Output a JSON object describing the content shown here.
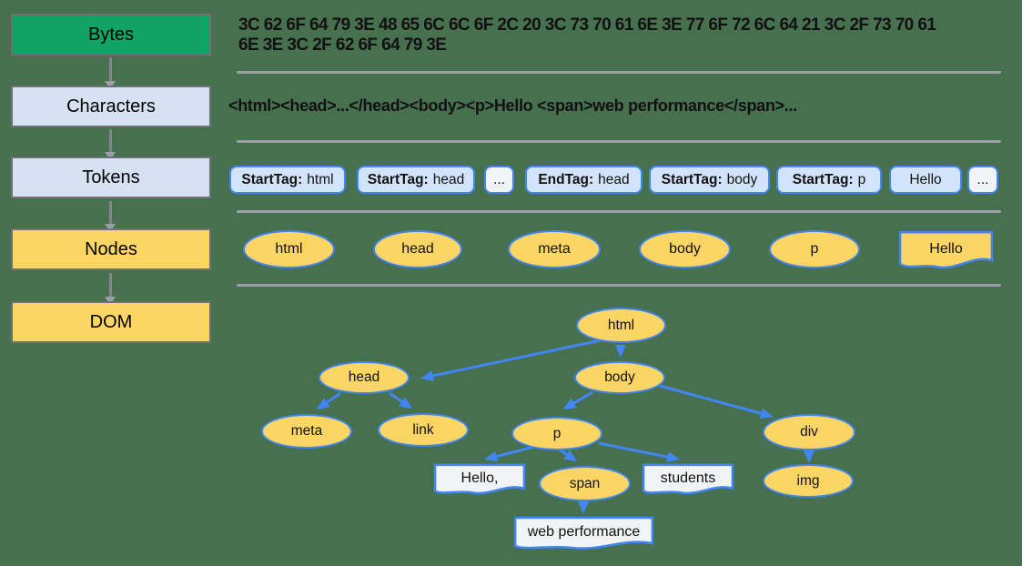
{
  "colors": {
    "bg": "#47704F",
    "green": "#10A364",
    "lightblue": "#D6E2F3",
    "chipblue": "#D2E3FC",
    "yellow": "#FCD665",
    "whitebox": "#F1F3F4",
    "blue": "#4285F4",
    "boxborder": "#6E7276",
    "divider": "#9AA0A6",
    "arrowgray": "#80868B",
    "text": "#111111"
  },
  "pipeline": {
    "items": [
      {
        "label": "Bytes"
      },
      {
        "label": "Characters"
      },
      {
        "label": "Tokens"
      },
      {
        "label": "Nodes"
      },
      {
        "label": "DOM"
      }
    ]
  },
  "bytes_row": {
    "line1": "3C 62 6F 64 79 3E 48 65 6C 6C 6F 2C 20 3C 73 70 61 6E 3E 77 6F 72 6C 64 21 3C 2F 73 70 61",
    "line2": "6E 3E 3C 2F 62 6F 64 79 3E"
  },
  "characters_row": {
    "text": "<html><head>...</head><body><p>Hello <span>web performance</span>..."
  },
  "tokens_row": {
    "items": [
      {
        "bold": "StartTag:",
        "value": "html",
        "variant": "blue"
      },
      {
        "bold": "StartTag:",
        "value": "head",
        "variant": "blue"
      },
      {
        "bold": "",
        "value": "...",
        "variant": "white"
      },
      {
        "bold": "EndTag:",
        "value": "head",
        "variant": "blue"
      },
      {
        "bold": "StartTag:",
        "value": "body",
        "variant": "blue"
      },
      {
        "bold": "StartTag:",
        "value": "p",
        "variant": "blue"
      },
      {
        "bold": "",
        "value": "Hello",
        "variant": "blue"
      },
      {
        "bold": "",
        "value": "...",
        "variant": "white"
      }
    ]
  },
  "nodes_row": {
    "ellipses": [
      {
        "label": "html"
      },
      {
        "label": "head"
      },
      {
        "label": "meta"
      },
      {
        "label": "body"
      },
      {
        "label": "p"
      }
    ],
    "text_node": {
      "label": "Hello"
    }
  },
  "dom_tree": {
    "nodes": {
      "html": {
        "label": "html",
        "type": "element"
      },
      "head": {
        "label": "head",
        "type": "element"
      },
      "body": {
        "label": "body",
        "type": "element"
      },
      "meta": {
        "label": "meta",
        "type": "element"
      },
      "link": {
        "label": "link",
        "type": "element"
      },
      "p": {
        "label": "p",
        "type": "element"
      },
      "div": {
        "label": "div",
        "type": "element"
      },
      "hello": {
        "label": "Hello,",
        "type": "text"
      },
      "span": {
        "label": "span",
        "type": "element"
      },
      "students": {
        "label": "students",
        "type": "text"
      },
      "img": {
        "label": "img",
        "type": "element"
      },
      "webperf": {
        "label": "web performance",
        "type": "text"
      }
    },
    "edges": [
      [
        "html",
        "head"
      ],
      [
        "html",
        "body"
      ],
      [
        "head",
        "meta"
      ],
      [
        "head",
        "link"
      ],
      [
        "body",
        "p"
      ],
      [
        "body",
        "div"
      ],
      [
        "p",
        "hello"
      ],
      [
        "p",
        "span"
      ],
      [
        "p",
        "students"
      ],
      [
        "span",
        "webperf"
      ],
      [
        "div",
        "img"
      ]
    ]
  }
}
